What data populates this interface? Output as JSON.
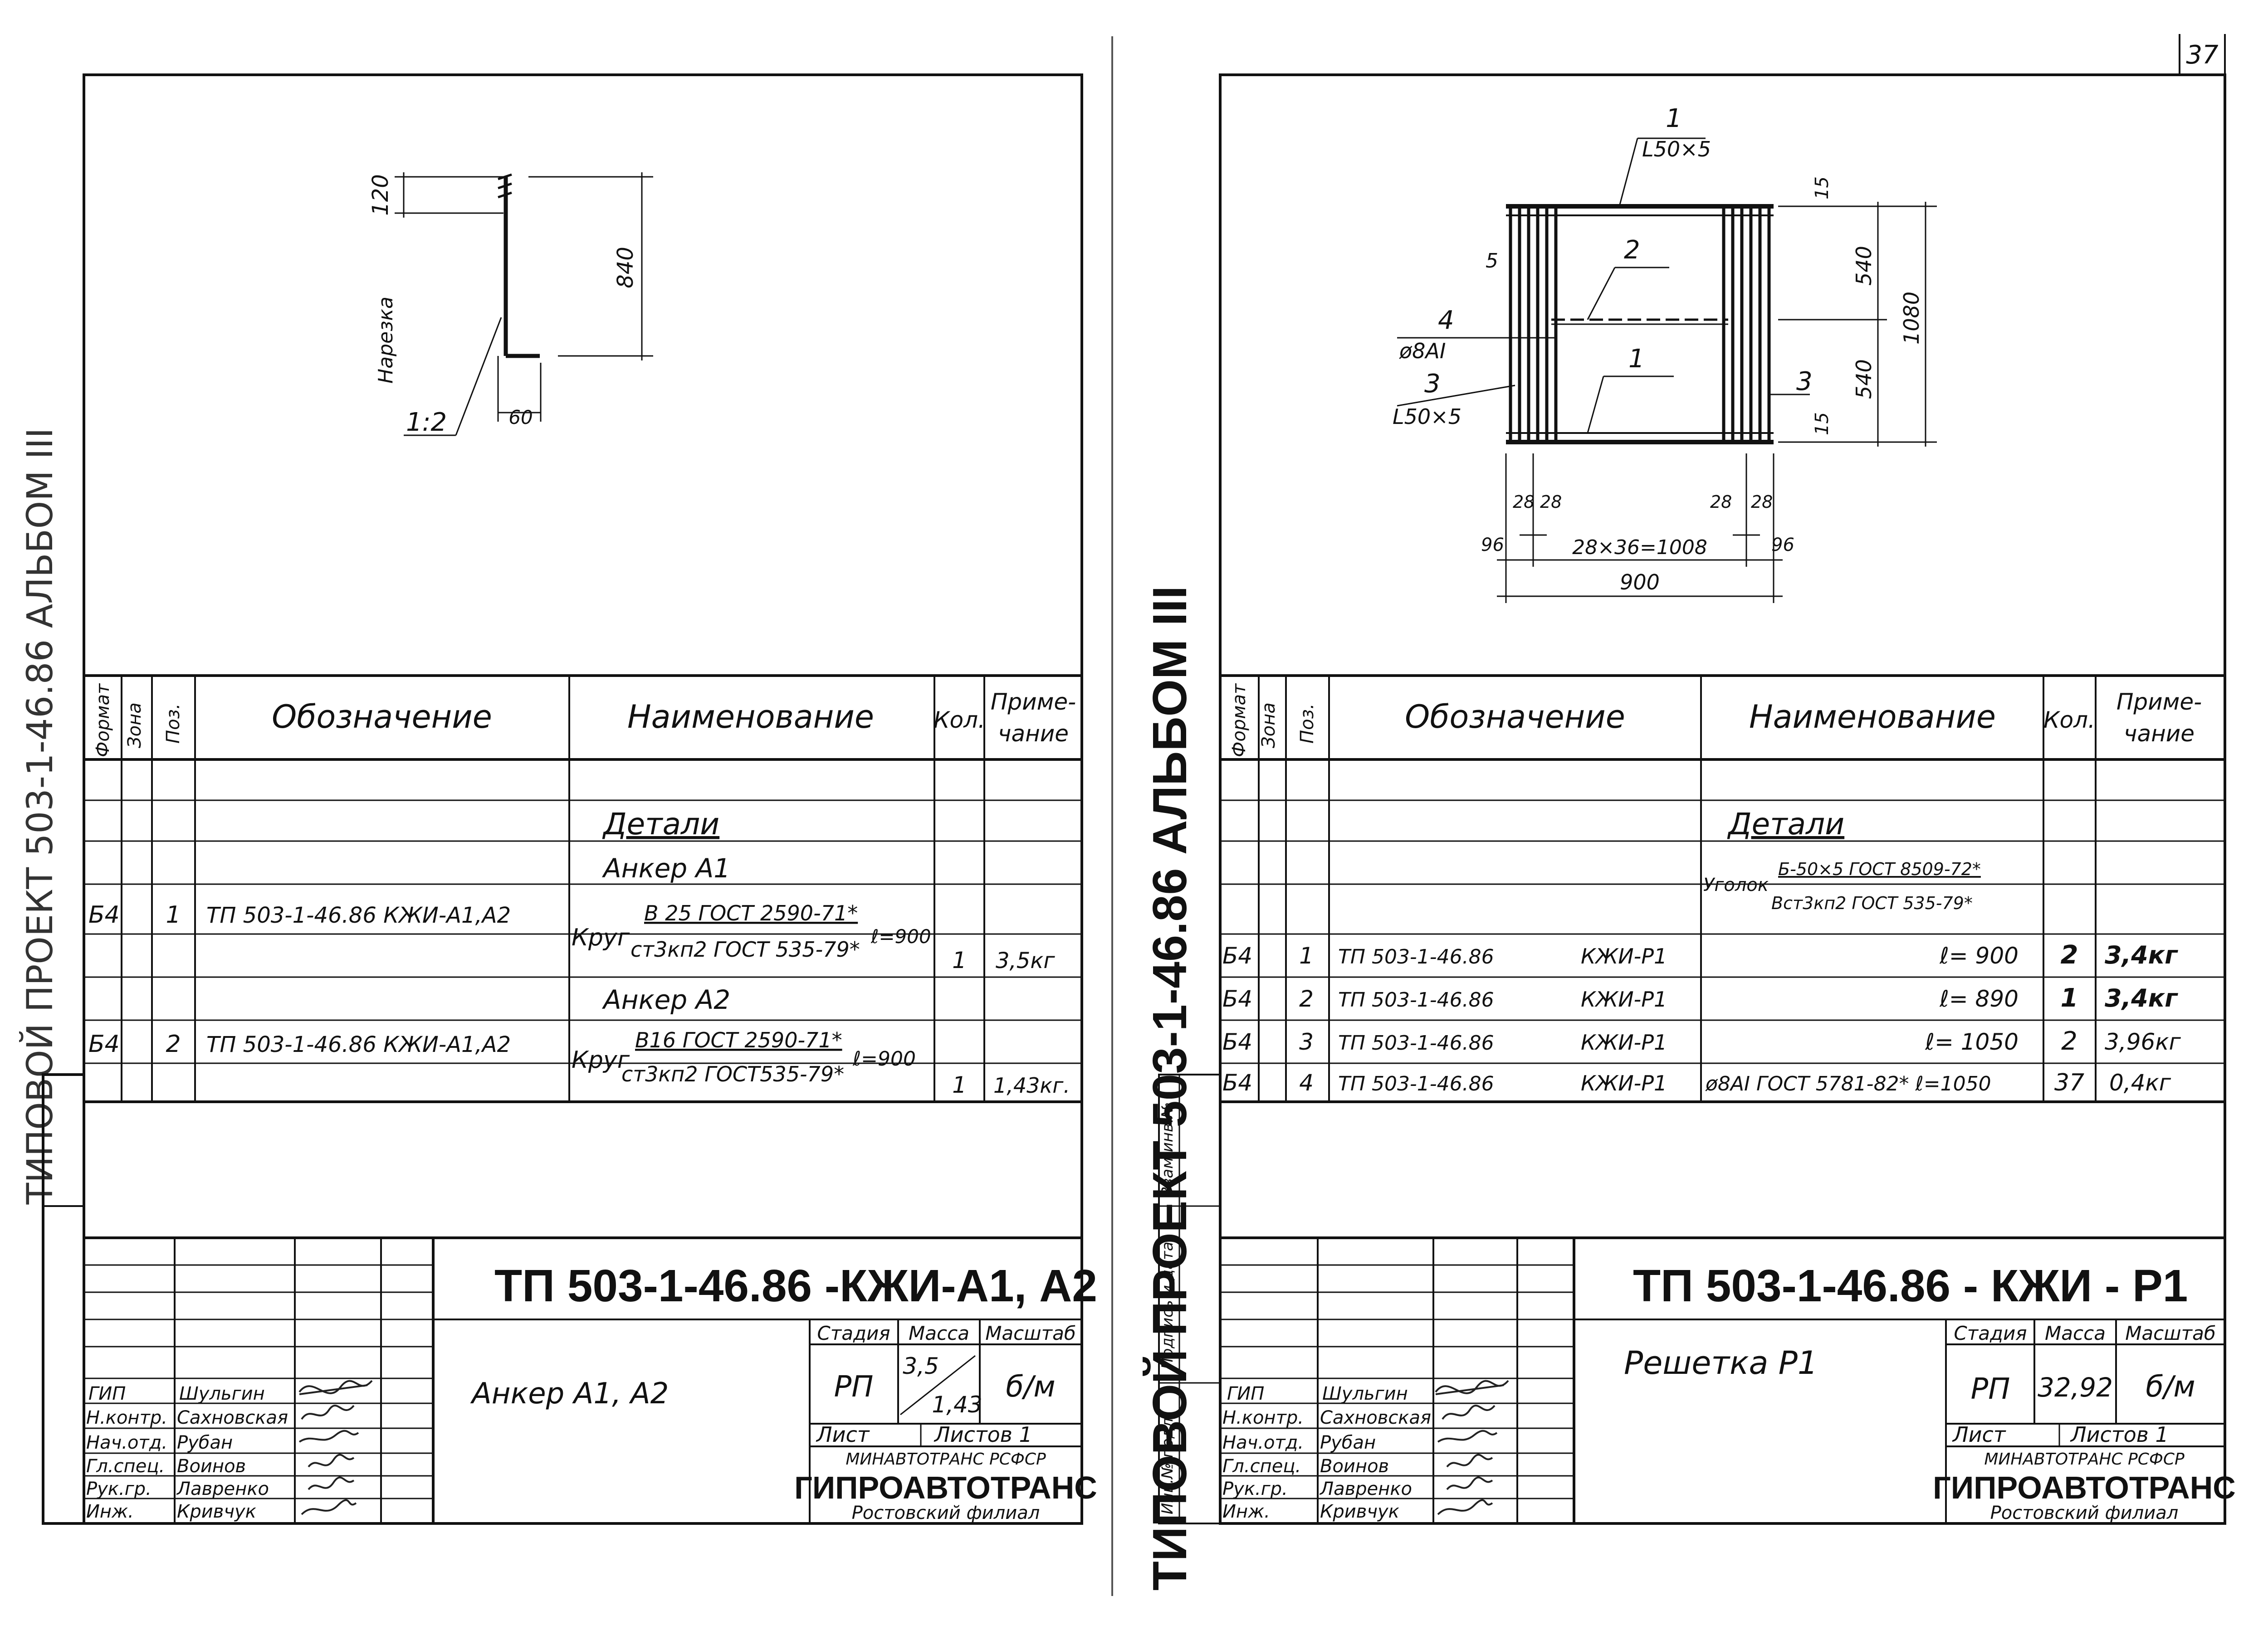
{
  "page_number": "37",
  "album_side": "АЛЬБОМ III",
  "album_vertical": "ТИПОВОЙ  ПРОЕКТ  503-1-46.86  АЛЬБОМ III",
  "left_edge_text": "ТИПОВОЙ ПРОЕКТ 503-1-46.86 АЛЬБОМ III",
  "side_labels": [
    "Инв.№ подл.",
    "Подпись и дата",
    "Взам.инв.№"
  ],
  "table_header": {
    "format": "Формат",
    "zone": "Зона",
    "pos": "Поз.",
    "designation": "Обозначение",
    "name": "Наименование",
    "qty": "Кол.",
    "note_1": "Приме-",
    "note_2": "чание"
  },
  "left_sheet": {
    "drawing": {
      "dim_120": "120",
      "dim_840": "840",
      "dim_60": "60",
      "label_cut": "Нарезка",
      "label_slope": "1:2"
    },
    "section_title": "Детали",
    "rows": [
      {
        "format": "",
        "pos": "",
        "designation": "",
        "name": "Анкер  А1",
        "qty": "",
        "note": ""
      },
      {
        "format": "Б4",
        "pos": "1",
        "designation": "ТП 503-1-46.86      КЖИ-А1,А2",
        "name_prefix": "Круг",
        "name_top": "В 25 ГОСТ 2590-71*",
        "name_bottom": "ст3кп2 ГОСТ 535-79*",
        "name_len": "ℓ=900",
        "qty": "1",
        "note": "3,5кг"
      },
      {
        "format": "",
        "pos": "",
        "designation": "",
        "name": "Анкер  А2",
        "qty": "",
        "note": ""
      },
      {
        "format": "Б4",
        "pos": "2",
        "designation": "ТП 503-1-46.86      КЖИ-А1,А2",
        "name_prefix": "Круг",
        "name_top": "В16 ГОСТ 2590-71*",
        "name_bottom": "ст3кп2 ГОСТ535-79*",
        "name_len": "ℓ=900",
        "qty": "1",
        "note": "1,43кг."
      }
    ],
    "stamp": {
      "code": "ТП  503-1-46.86  -КЖИ-А1, А2",
      "title": "Анкер  А1, А2",
      "stage_label": "Стадия",
      "mass_label": "Масса",
      "scale_label": "Масштаб",
      "stage": "РП",
      "mass_top": "3,5",
      "mass_bottom": "1,43",
      "scale": "б/м",
      "sheet_label": "Лист",
      "sheets_label": "Листов 1",
      "org_top": "МИНАВТОТРАНС РСФСР",
      "org_name": "ГИПРОАВТОТРАНС",
      "org_branch": "Ростовский филиал",
      "roles": [
        "ГИП",
        "Н.контр.",
        "Нач.отд.",
        "Гл.спец.",
        "Рук.гр.",
        "Инж."
      ],
      "names": [
        "Шульгин",
        "Сахновская",
        "Рубан",
        "Воинов",
        "Лавренко",
        "Кривчук"
      ]
    }
  },
  "right_sheet": {
    "drawing": {
      "callout_1_top": "1",
      "callout_1_top_label": "L50×5",
      "callout_2": "2",
      "callout_4": "4",
      "callout_4_label": "ø8АI",
      "callout_3_left": "3",
      "callout_3_left_label": "L50×5",
      "callout_1_mid": "1",
      "callout_3_right": "3",
      "dim_5": "5",
      "dim_15_top": "15",
      "dim_15_bottom": "15",
      "dim_540_top": "540",
      "dim_540_bottom": "540",
      "dim_1080": "1080",
      "dim_28_a": "28",
      "dim_28_b": "28",
      "dim_28_c": "28",
      "dim_28_d": "28",
      "dim_96_left": "96",
      "dim_96_right": "96",
      "dim_pitch": "28×36=1008",
      "dim_900": "900"
    },
    "section_title": "Детали",
    "angle_spec": {
      "prefix": "Уголок",
      "top": "Б-50×5 ГОСТ 8509-72*",
      "bottom": "Вст3кп2 ГОСТ 535-79*"
    },
    "rows": [
      {
        "format": "Б4",
        "pos": "1",
        "designation": "ТП 503-1-46.86",
        "doc": "КЖИ-Р1",
        "name": "ℓ= 900",
        "qty": "2",
        "note": "3,4кг"
      },
      {
        "format": "Б4",
        "pos": "2",
        "designation": "ТП 503-1-46.86",
        "doc": "КЖИ-Р1",
        "name": "ℓ= 890",
        "qty": "1",
        "note": "3,4кг"
      },
      {
        "format": "Б4",
        "pos": "3",
        "designation": "ТП 503-1-46.86",
        "doc": "КЖИ-Р1",
        "name": "ℓ= 1050",
        "qty": "2",
        "note": "3,96кг"
      },
      {
        "format": "Б4",
        "pos": "4",
        "designation": "ТП 503-1-46.86",
        "doc": "КЖИ-Р1",
        "name": "ø8АI ГОСТ 5781-82*  ℓ=1050",
        "qty": "37",
        "note": "0,4кг"
      }
    ],
    "stamp": {
      "code": "ТП  503-1-46.86 - КЖИ - Р1",
      "title": "Решетка  Р1",
      "stage_label": "Стадия",
      "mass_label": "Масса",
      "scale_label": "Масштаб",
      "stage": "РП",
      "mass": "32,92",
      "scale": "б/м",
      "sheet_label": "Лист",
      "sheets_label": "Листов 1",
      "org_top": "МИНАВТОТРАНС РСФСР",
      "org_name": "ГИПРОАВТОТРАНС",
      "org_branch": "Ростовский филиал",
      "roles": [
        "ГИП",
        "Н.контр.",
        "Нач.отд.",
        "Гл.спец.",
        "Рук.гр.",
        "Инж."
      ],
      "names": [
        "Шульгин",
        "Сахновская",
        "Рубан",
        "Воинов",
        "Лавренко",
        "Кривчук"
      ]
    }
  }
}
